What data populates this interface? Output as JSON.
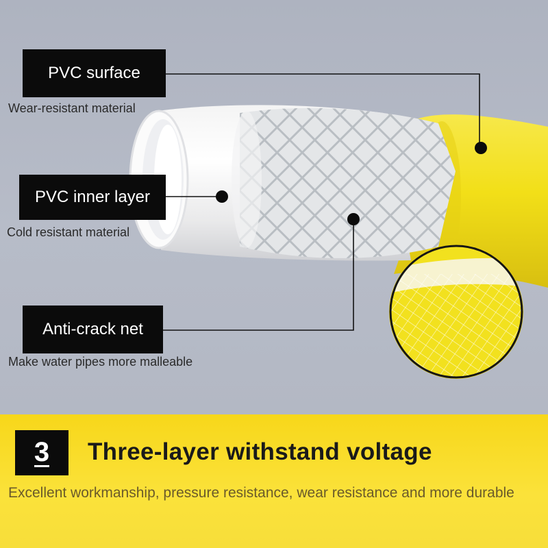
{
  "labels": [
    {
      "title": "PVC surface",
      "caption": "Wear-resistant material"
    },
    {
      "title": "PVC inner layer",
      "caption": "Cold resistant material"
    },
    {
      "title": "Anti-crack net",
      "caption": "Make water pipes more malleable"
    }
  ],
  "feature": {
    "number": "3",
    "headline": "Three-layer withstand voltage",
    "description": "Excellent workmanship, pressure resistance, wear resistance and more durable"
  },
  "colors": {
    "background_top": "#b3b8c4",
    "banner_yellow": "#f9dc2a",
    "hose_yellow": "#f3e21c",
    "label_black": "#0b0b0b"
  }
}
